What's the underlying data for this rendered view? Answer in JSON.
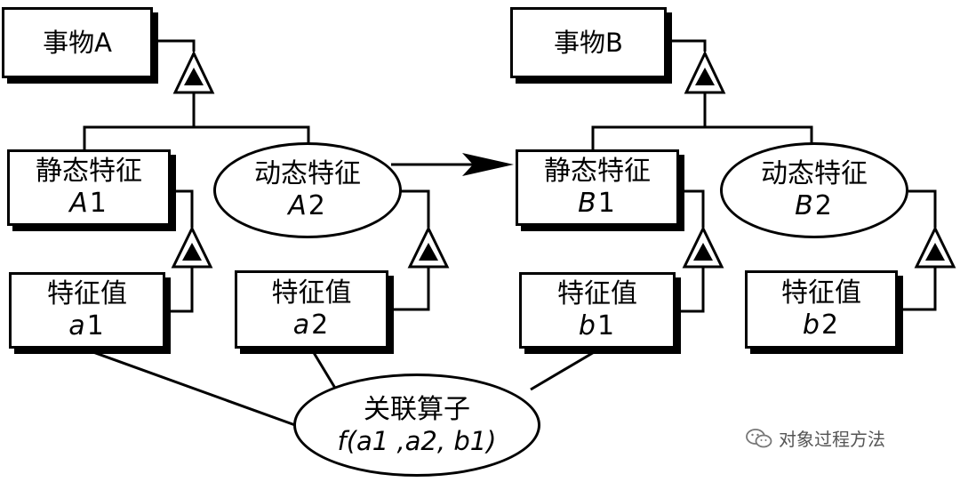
{
  "thing_a": {
    "title": "事物A"
  },
  "thing_b": {
    "title": "事物B"
  },
  "features": {
    "static_a1": {
      "label": "静态特征",
      "var": "A",
      "num": "1"
    },
    "dynamic_a2": {
      "label": "动态特征",
      "var": "A",
      "num": "2"
    },
    "static_b1": {
      "label": "静态特征",
      "var": "B",
      "num": "1"
    },
    "dynamic_b2": {
      "label": "动态特征",
      "var": "B",
      "num": "2"
    }
  },
  "values": {
    "a1": {
      "label": "特征值",
      "var": "a",
      "num": "1"
    },
    "a2": {
      "label": "特征值",
      "var": "a",
      "num": "2"
    },
    "b1": {
      "label": "特征值",
      "var": "b",
      "num": "1"
    },
    "b2": {
      "label": "特征值",
      "var": "b",
      "num": "2"
    }
  },
  "operator": {
    "label": "关联算子",
    "formula": "f(a1 ,a2, b1)"
  },
  "watermark": {
    "text": "对象过程方法",
    "icon": "wechat-icon"
  }
}
